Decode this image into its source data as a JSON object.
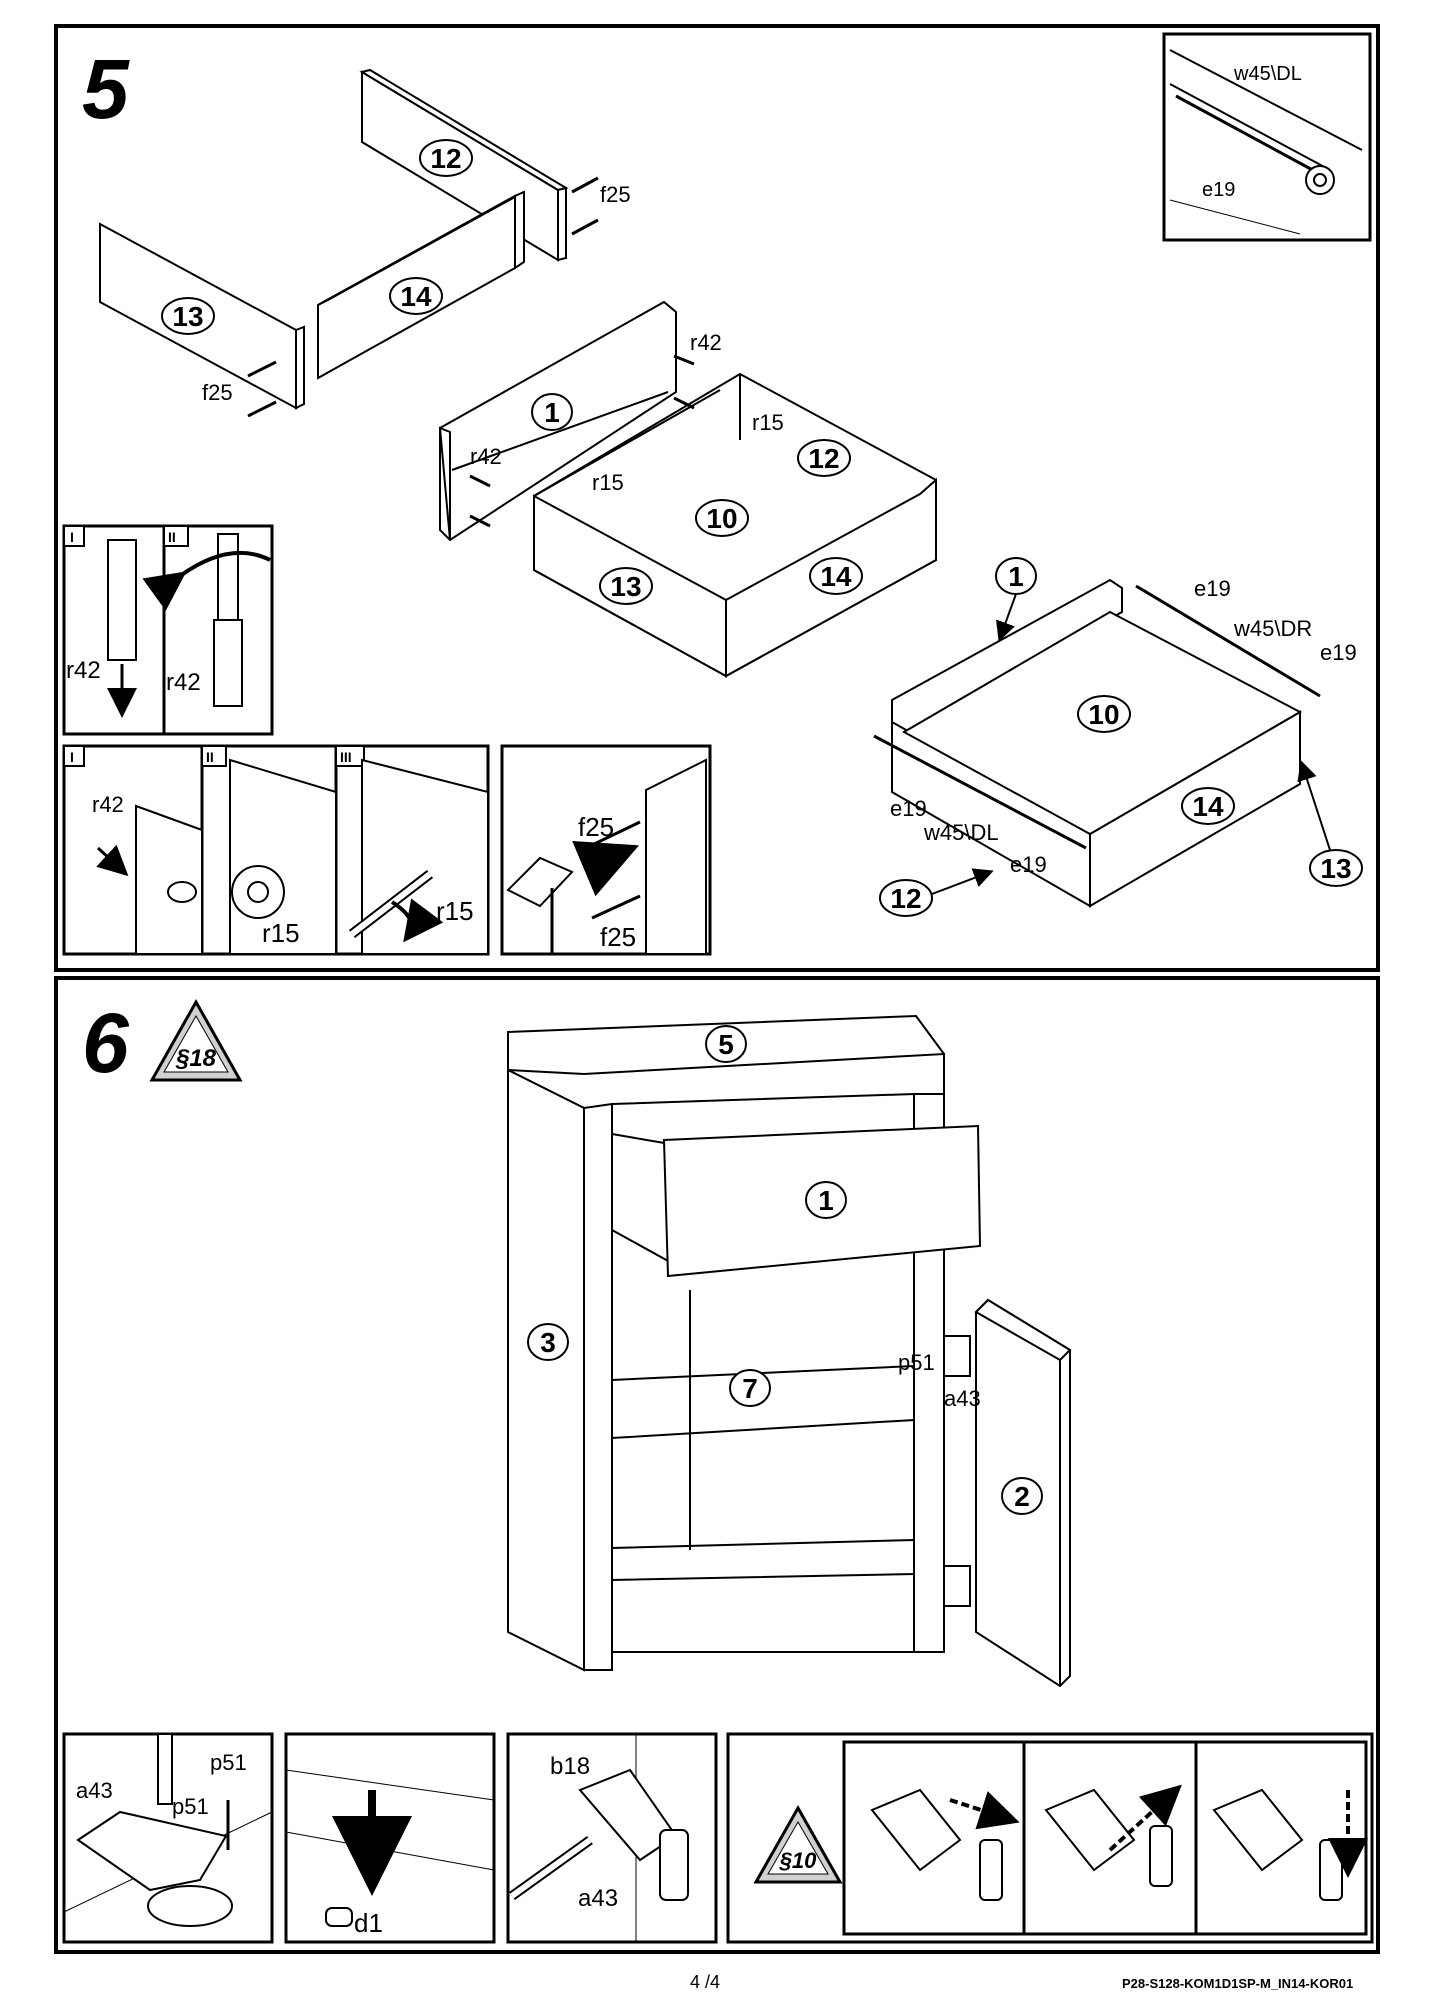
{
  "step5": {
    "number": "5",
    "parts": {
      "p12_top": "12",
      "p14_top": "14",
      "p13_top": "13",
      "p1_mid": "1",
      "p10_mid": "10",
      "p12_mid": "12",
      "p13_mid": "13",
      "p14_mid": "14",
      "p1_br": "1",
      "p10_br": "10",
      "p14_br": "14",
      "p13_br": "13",
      "p12_br": "12"
    },
    "labels": {
      "f25_top": "f25",
      "f25_left": "f25",
      "r42_top": "r42",
      "r42_mid": "r42",
      "r15_top": "r15",
      "r15_mid": "r15",
      "e19_top": "e19",
      "w45dr": "w45\\DR",
      "e19_right": "e19",
      "e19_left": "e19",
      "w45dl": "w45\\DL",
      "e19_bottom": "e19"
    },
    "inset_rail": {
      "w45dl": "w45\\DL",
      "e19": "e19"
    },
    "detail_r42": {
      "step_i": "I",
      "step_ii": "II",
      "label_i": "r42",
      "label_ii": "r42"
    },
    "detail_r15": {
      "step_i": "I",
      "step_ii": "II",
      "step_iii": "III",
      "label_i": "r42",
      "label_ii": "r15",
      "label_iii": "r15"
    },
    "detail_f25": {
      "label_top": "f25",
      "label_bottom": "f25"
    }
  },
  "step6": {
    "number": "6",
    "warning": "§18",
    "parts": {
      "p5": "5",
      "p1": "1",
      "p3": "3",
      "p7": "7",
      "p2": "2"
    },
    "labels": {
      "p51": "p51",
      "a43": "a43"
    },
    "detail_hinge": {
      "a43": "a43",
      "p51_top": "p51",
      "p51_mid": "p51"
    },
    "detail_d1": {
      "d1": "d1"
    },
    "detail_b18": {
      "b18": "b18",
      "a43": "a43"
    },
    "detail_adjust": {
      "warning": "§10"
    }
  },
  "footer": {
    "page": "4 /4",
    "code": "P28-S128-KOM1D1SP-M_IN14-KOR01"
  }
}
